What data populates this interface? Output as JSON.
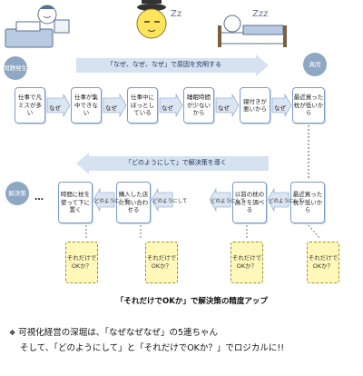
{
  "top_banner": {
    "text": "「なぜ、なぜ、なぜ」で原因を究明する"
  },
  "bottom_banner": {
    "text": "「どのようにして」で解決策を導く"
  },
  "left_circle_top": "問題発生",
  "right_circle_top": "真因",
  "left_circle_bottom": "解決策",
  "top_row": {
    "boxes": [
      "仕事で凡ミスが多い",
      "仕事が集中できない",
      "仕事中にぼっとしている",
      "睡眠時間が少ないから",
      "寝付きが悪いから",
      "最近買った枕が低いから"
    ],
    "connectors": [
      "なぜ",
      "なぜ",
      "なぜ",
      "なぜ",
      "なぜ"
    ]
  },
  "bottom_row": {
    "ellipsis": "…",
    "boxes": [
      "時間に枕を使って下に置く",
      "購入した店に問い合わせる",
      "以前の枕の高さを調べる",
      "最近買った枕が低いから"
    ],
    "connectors": [
      "どのようにして",
      "どのようにして",
      "どのようにして"
    ]
  },
  "notes": [
    "それだけでOKか？",
    "それだけでOKか？",
    "それだけでOKか？",
    "それだけでOKか？"
  ],
  "caption": "「それだけでOKか」で解決策の精度アップ",
  "footer": {
    "line1": "可視化経営の深堀は、「なぜなぜなぜ」の5連ちゃん",
    "line2": "そして、「どのようにして」と「それだけでOKか？」でロジカルに!!"
  },
  "colors": {
    "banner": "#d6e2f0",
    "box_border": "#7a9cc6",
    "note_fill": "#fff8b8",
    "circle": "#8ea7c3"
  }
}
